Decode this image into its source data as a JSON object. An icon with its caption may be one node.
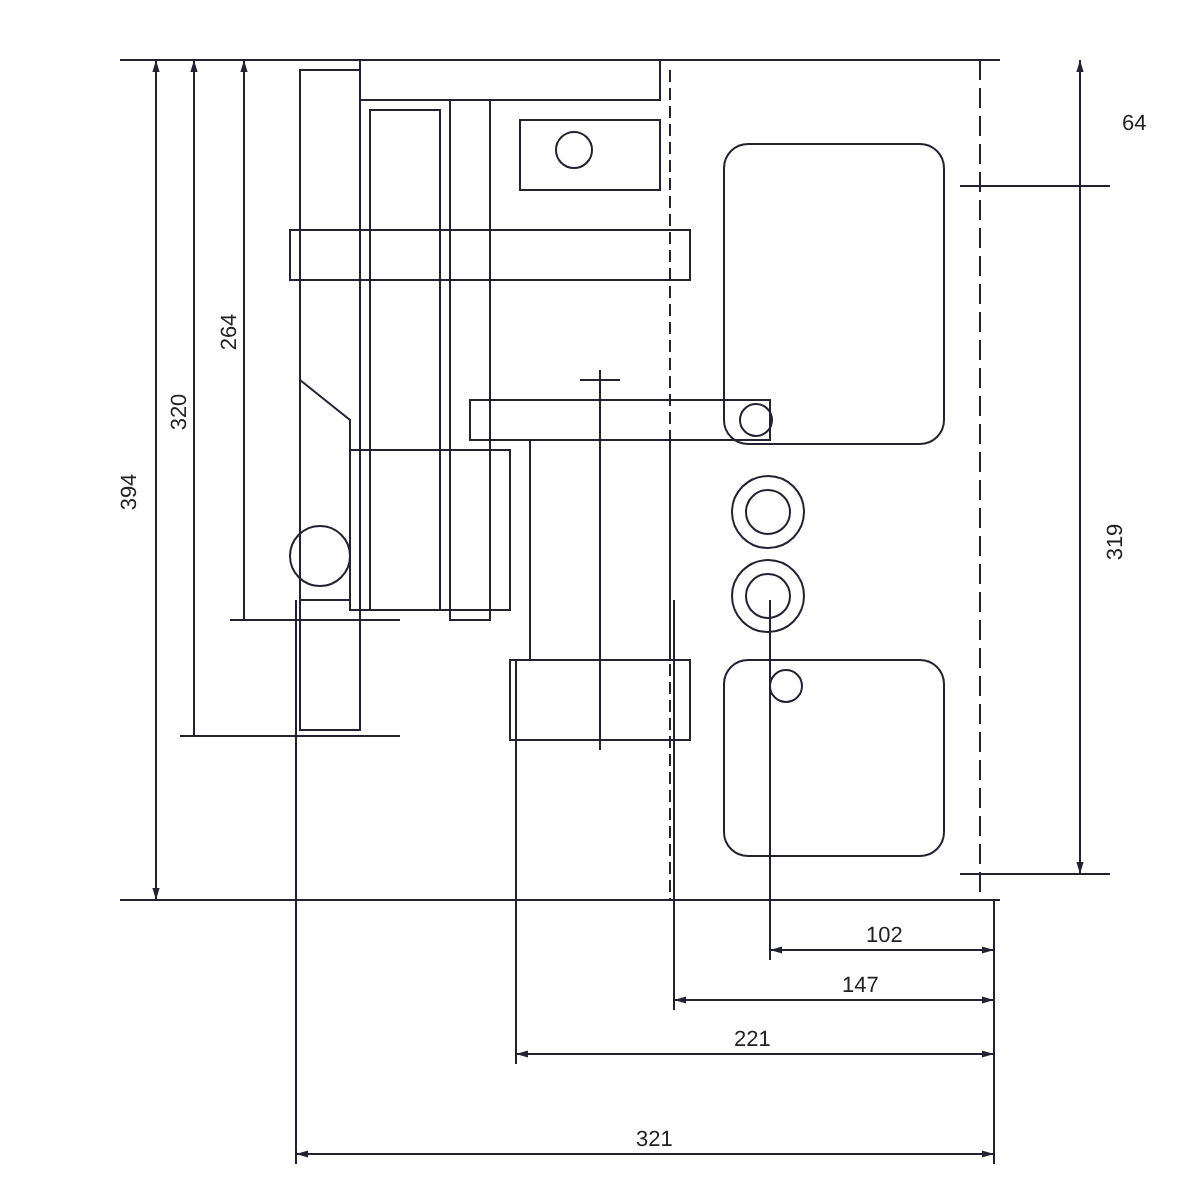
{
  "diagram": {
    "labels": [
      "64",
      "264",
      "394",
      "320",
      "319",
      "102",
      "147",
      "221",
      "321"
    ]
  }
}
